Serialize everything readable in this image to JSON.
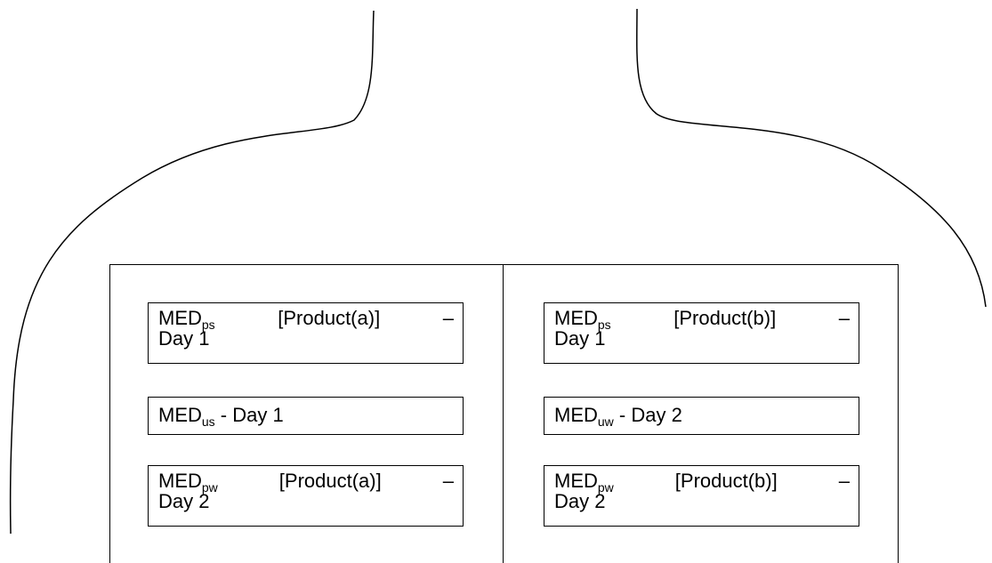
{
  "sites": {
    "left": [
      {
        "prefix": "MED",
        "sub": "ps",
        "product": "[Product(a)]",
        "dash": "–",
        "day": "Day 1"
      },
      {
        "prefix": "MED",
        "sub": "us",
        "rest": " - Day 1"
      },
      {
        "prefix": "MED",
        "sub": "pw",
        "product": "[Product(a)]",
        "dash": "–",
        "day": "Day 2"
      }
    ],
    "right": [
      {
        "prefix": "MED",
        "sub": "ps",
        "product": "[Product(b)]",
        "dash": "–",
        "day": "Day 1"
      },
      {
        "prefix": "MED",
        "sub": "uw",
        "rest": " - Day 2"
      },
      {
        "prefix": "MED",
        "sub": "pw",
        "product": "[Product(b)]",
        "dash": "–",
        "day": "Day 2"
      }
    ]
  }
}
